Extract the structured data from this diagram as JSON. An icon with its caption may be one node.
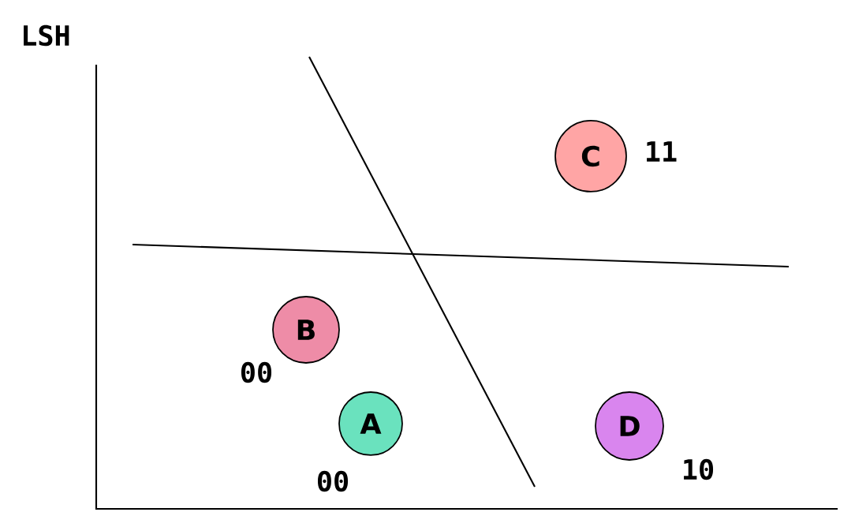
{
  "diagram": {
    "title": "LSH",
    "nodes": [
      {
        "text": [
          "C"
        ],
        "beside": [
          "11"
        ]
      },
      {
        "text": [
          "B"
        ],
        "beside": [
          "00"
        ]
      },
      {
        "text": [
          "A"
        ],
        "beside": [
          "00"
        ]
      },
      {
        "text": [
          "D"
        ],
        "beside": [
          "10"
        ]
      }
    ]
  }
}
